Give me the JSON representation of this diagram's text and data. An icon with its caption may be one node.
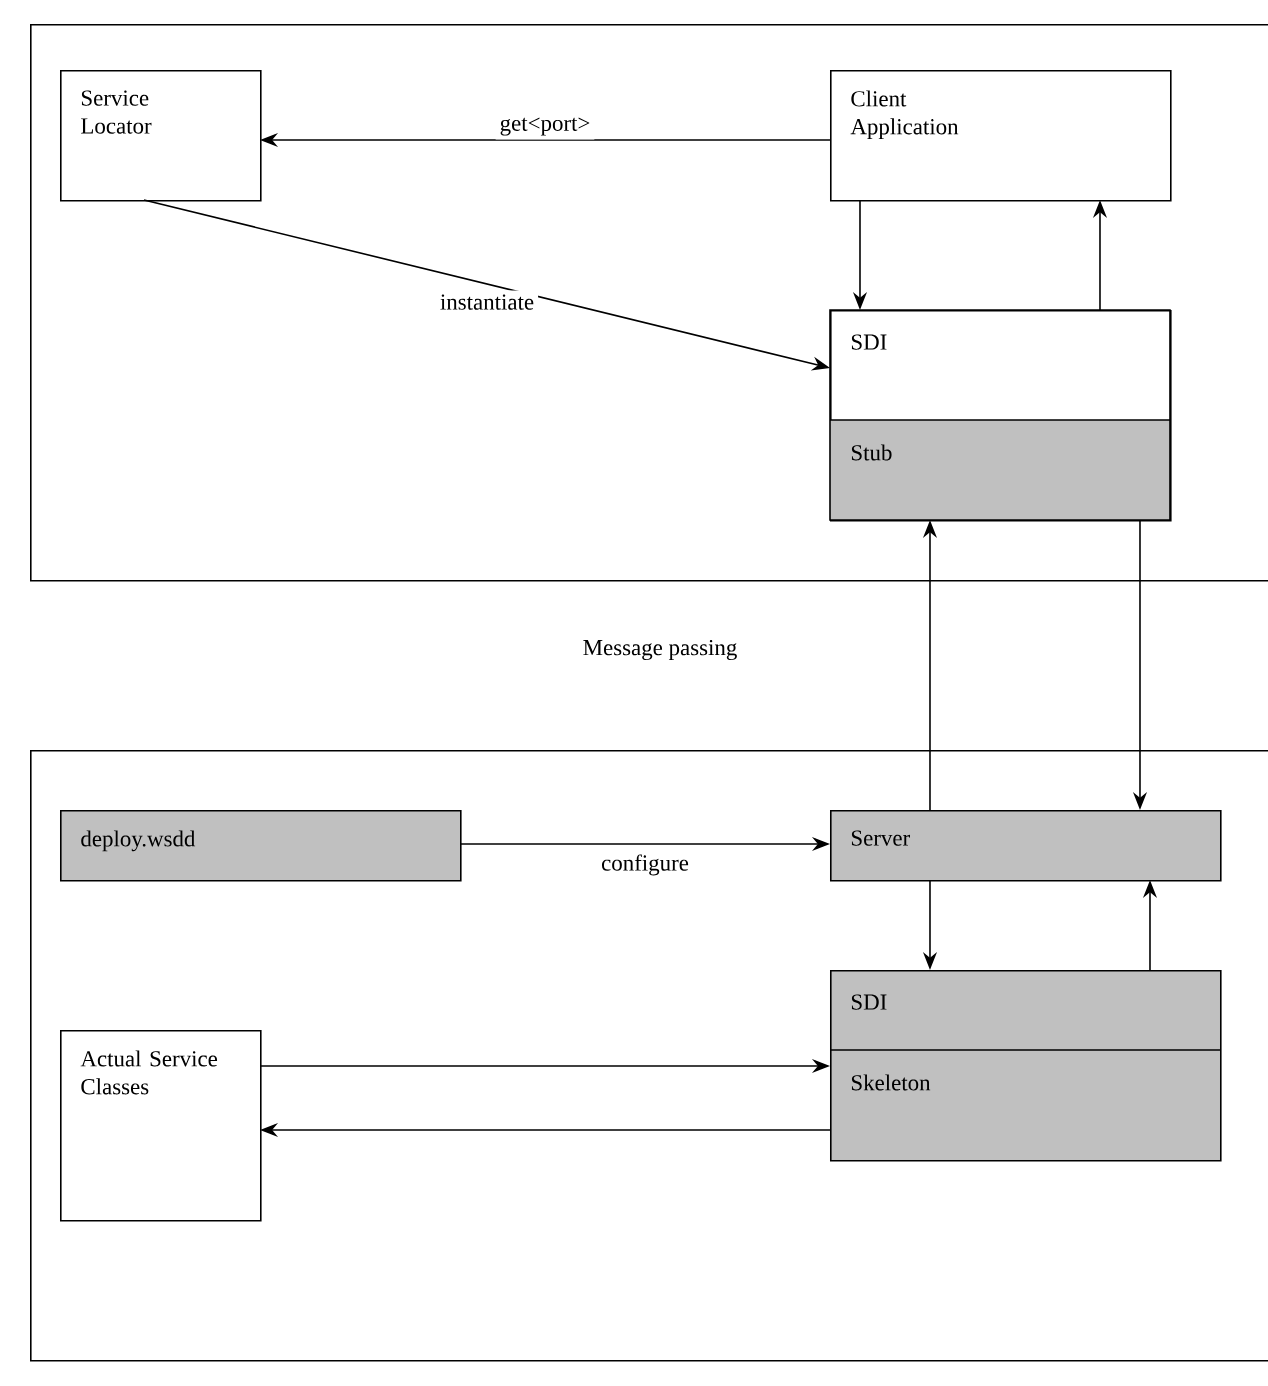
{
  "diagram": {
    "nodes": [
      {
        "text": [],
        "shape": "box"
      },
      {
        "text": [
          "Service Locator"
        ],
        "in": 0
      },
      {
        "text": [
          "Client Application"
        ],
        "in": 0
      },
      {
        "text": [
          "SDI",
          "Stub"
        ],
        "in": 0
      },
      {
        "text": [],
        "shape": "box"
      },
      {
        "text": [
          "deploy.wsdd"
        ],
        "in": 4
      },
      {
        "text": [
          "Server"
        ],
        "in": 4
      },
      {
        "text": [
          "SDI",
          "Skeleton"
        ],
        "in": 4
      },
      {
        "text": [
          "Actual Service Classes"
        ],
        "in": 4
      }
    ],
    "edges": [
      {
        "from": 2,
        "to": 1,
        "arrow": "to",
        "label": "get<port>"
      },
      {
        "from": 1,
        "to": 3,
        "arrow": "to",
        "label": "instantiate"
      },
      {
        "from": 2,
        "to": 3,
        "arrow": "to"
      },
      {
        "from": 3,
        "to": 2,
        "arrow": "to"
      },
      {
        "from": 6,
        "to": 3,
        "arrow": "to"
      },
      {
        "from": 3,
        "to": 6,
        "arrow": "to"
      },
      {
        "from": 5,
        "to": 6,
        "arrow": "to",
        "label": "configure"
      },
      {
        "from": 6,
        "to": 7,
        "arrow": "to"
      },
      {
        "from": 7,
        "to": 6,
        "arrow": "to"
      },
      {
        "from": 8,
        "to": 7,
        "arrow": "to"
      },
      {
        "from": 7,
        "to": 8,
        "arrow": "to"
      }
    ],
    "labels": [
      "Message passing"
    ]
  }
}
